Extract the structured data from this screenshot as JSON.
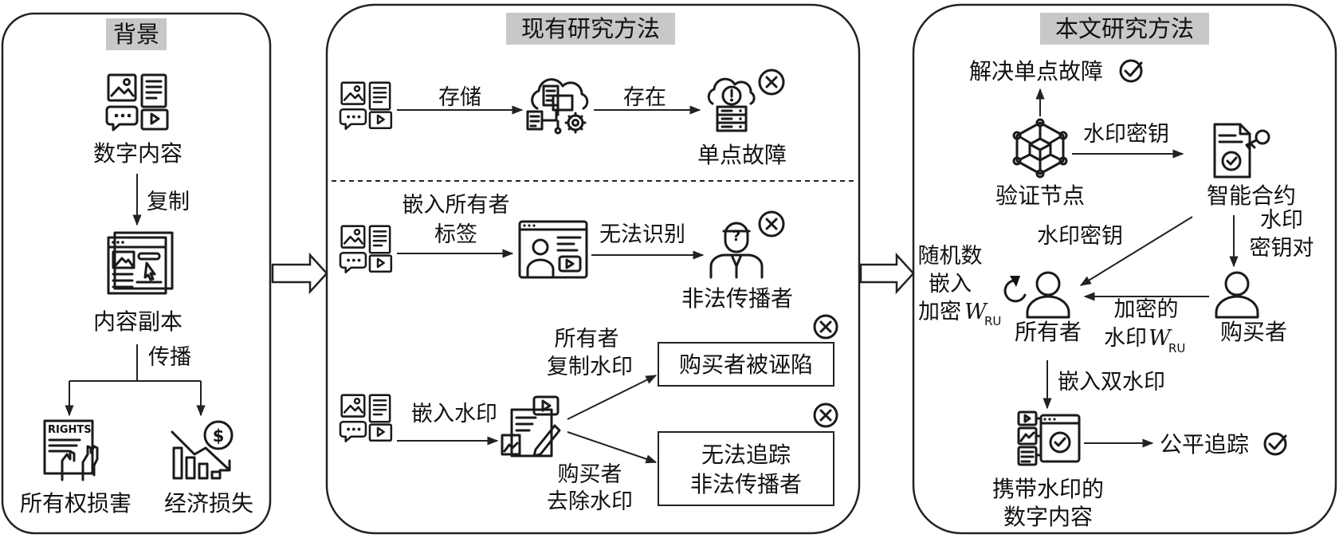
{
  "panels": {
    "background": {
      "title": "背景"
    },
    "existing": {
      "title": "现有研究方法"
    },
    "proposed": {
      "title": "本文研究方法"
    }
  },
  "background": {
    "digital_content": "数字内容",
    "copy": "复制",
    "content_copy": "内容副本",
    "spread": "传播",
    "ownership_damage": "所有权损害",
    "economic_loss": "经济损失",
    "rights_text": "RIGHTS"
  },
  "existing": {
    "store": "存储",
    "exist": "存在",
    "single_point_failure": "单点故障",
    "embed_owner_1": "嵌入所有者",
    "embed_owner_2": "标签",
    "cannot_identify": "无法识别",
    "illegal_spreader": "非法传播者",
    "embed_watermark": "嵌入水印",
    "owner_copy_1": "所有者",
    "owner_copy_2": "复制水印",
    "buyer_framed": "购买者被诬陷",
    "buyer_remove_1": "购买者",
    "buyer_remove_2": "去除水印",
    "cannot_track_1": "无法追踪",
    "cannot_track_2": "非法传播者"
  },
  "proposed": {
    "solve_spf": "解决单点故障",
    "watermark_key_top": "水印密钥",
    "verify_node": "验证节点",
    "smart_contract": "智能合约",
    "watermark_key_left": "水印密钥",
    "keypair_1": "水印",
    "keypair_2": "密钥对",
    "random_1": "随机数",
    "random_2": "嵌入",
    "random_3": "加密",
    "w_symbol": "W",
    "w_sub": "RU",
    "owner": "所有者",
    "encrypted_1": "加密的",
    "encrypted_2": "水印",
    "buyer": "购买者",
    "embed_dual": "嵌入双水印",
    "fair_tracking": "公平追踪",
    "carry_1": "携带水印的",
    "carry_2": "数字内容"
  },
  "colors": {
    "title_bg": "#c8c8c8",
    "stroke": "#222222"
  }
}
